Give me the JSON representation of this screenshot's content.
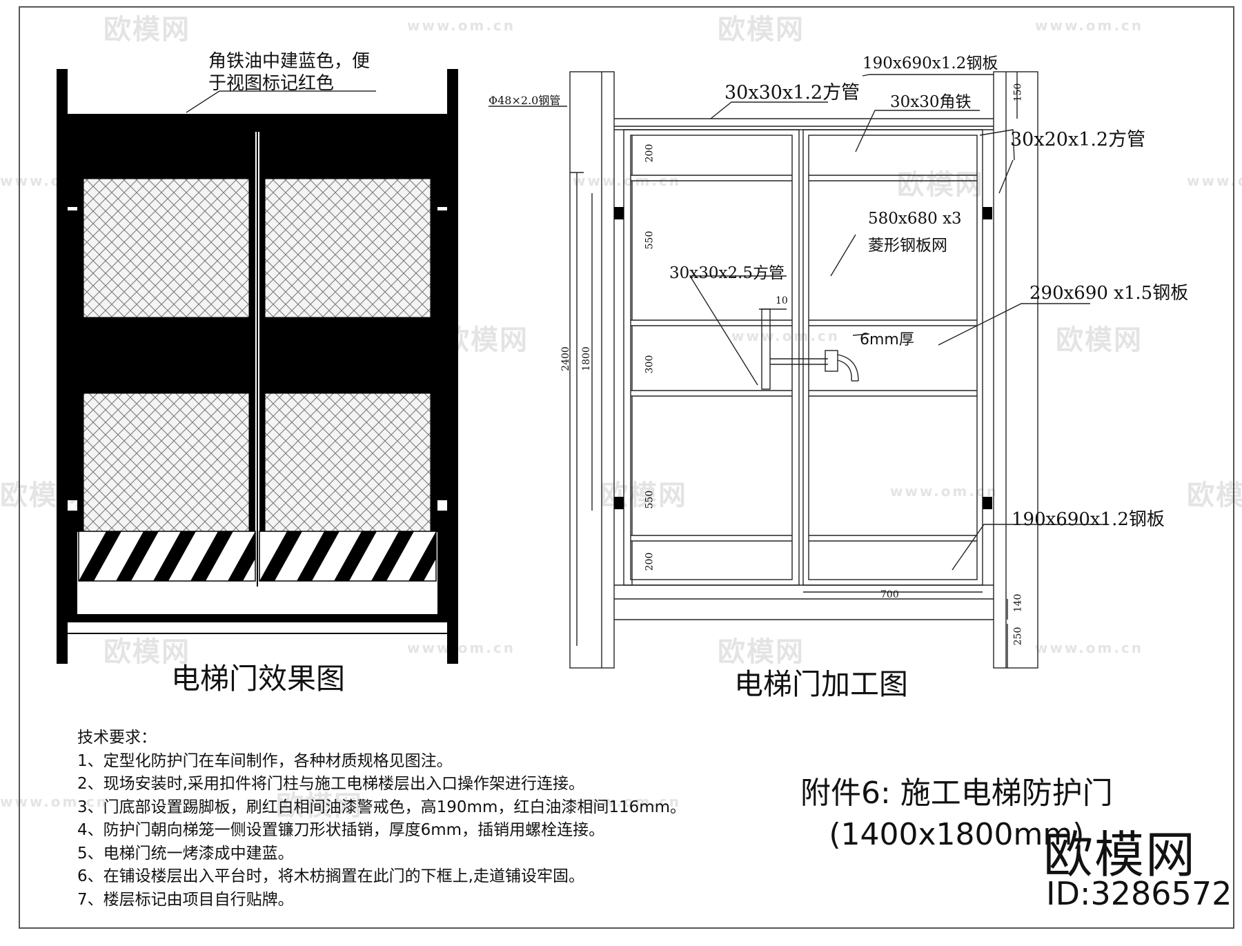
{
  "left_drawing": {
    "note_line1": "角铁油中建蓝色，便",
    "note_line2": "于视图标记红色",
    "title": "电梯门效果图"
  },
  "right_drawing": {
    "title": "电梯门加工图",
    "labels": {
      "pipe": "Φ48×2.0钢管",
      "top_plate": "190x690x1.2钢板",
      "square_tube_a": "30x30x1.2方管",
      "angle_iron": "30x30角铁",
      "square_tube_b": "30x20x1.2方管",
      "mesh_line1": "580x680 x3",
      "mesh_line2": "菱形钢板网",
      "square_tube_c": "30x30x2.5方管",
      "mid_plate": "290x690 x1.5钢板",
      "thickness": "6mm厚",
      "bottom_plate": "190x690x1.2钢板"
    },
    "dimensions": {
      "d150": "150",
      "d200_top": "200",
      "d550_top": "550",
      "d10": "10",
      "d2400": "2400",
      "d1800": "1800",
      "d300": "300",
      "d550_bottom": "550",
      "d200_bottom": "200",
      "d700": "700",
      "d140": "140",
      "d250": "250"
    }
  },
  "requirements": {
    "heading": "技术要求：",
    "items": [
      "1、定型化防护门在车间制作，各种材质规格见图注。",
      "2、现场安装时,采用扣件将门柱与施工电梯楼层出入口操作架进行连接。",
      "3、门底部设置踢脚板，刷红白相间油漆警戒色，高190mm，红白油漆相间116mm。",
      "4、防护门朝向梯笼一侧设置镰刀形状插销，厚度6mm，插销用螺栓连接。",
      "5、电梯门统一烤漆成中建蓝。",
      "6、在铺设楼层出入平台时，将木枋搁置在此门的下框上,走道铺设牢固。",
      "7、楼层标记由项目自行贴牌。"
    ]
  },
  "attachment": {
    "line1": "附件6: 施工电梯防护门",
    "line2": "(1400x1800mm)"
  },
  "branding": {
    "logo": "欧模网",
    "id": "ID:3286572",
    "watermark_logo": "欧模网",
    "watermark_url": "www.om.cn"
  }
}
